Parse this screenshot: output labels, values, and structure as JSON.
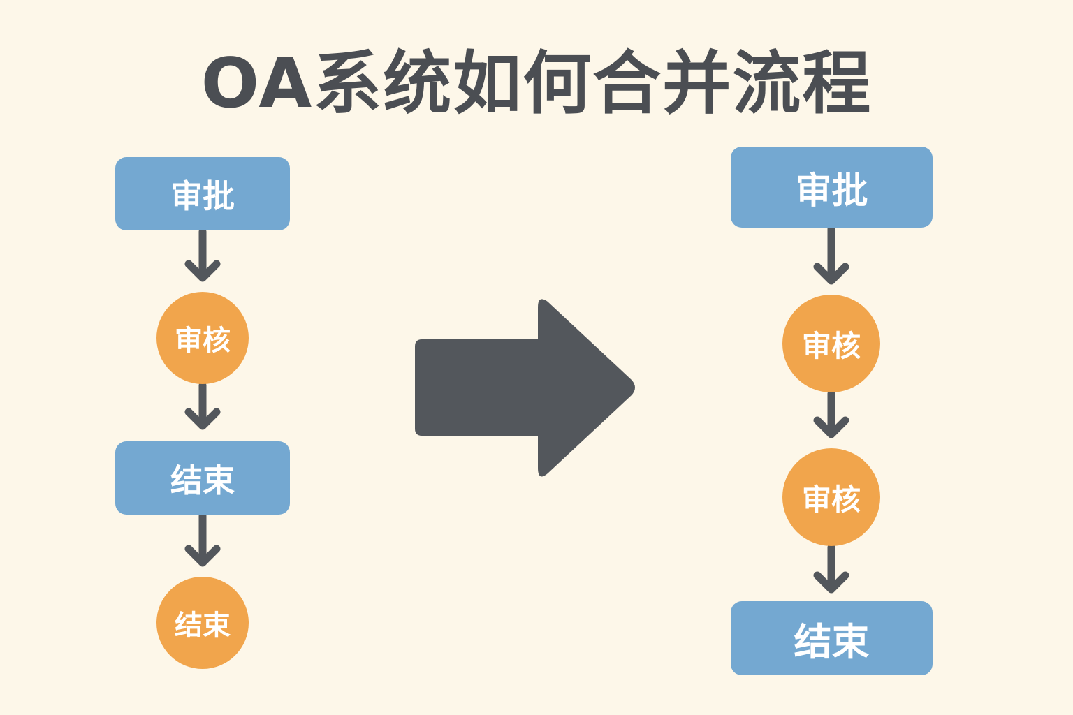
{
  "title": "OA系统如何合并流程",
  "colors": {
    "background": "#fdf7e9",
    "box": "#74a8d1",
    "circle": "#f1a54c",
    "arrow": "#53575c"
  },
  "before": {
    "nodes": [
      {
        "shape": "box",
        "label": "审批"
      },
      {
        "shape": "circle",
        "label": "审核"
      },
      {
        "shape": "box",
        "label": "结束"
      },
      {
        "shape": "circle",
        "label": "结束"
      }
    ]
  },
  "after": {
    "nodes": [
      {
        "shape": "box",
        "label": "审批"
      },
      {
        "shape": "circle",
        "label": "审核"
      },
      {
        "shape": "circle",
        "label": "审核"
      },
      {
        "shape": "box",
        "label": "结束"
      }
    ]
  }
}
